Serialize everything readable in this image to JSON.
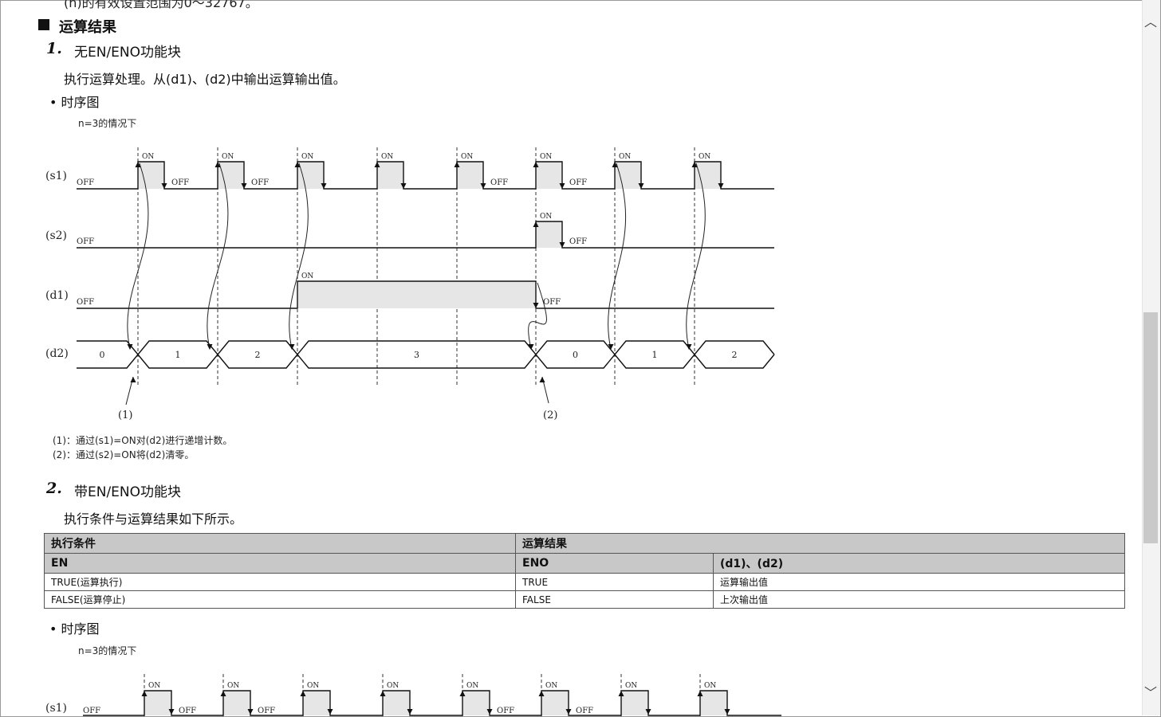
{
  "top_cut_text": "(n)的有效设置范围为0～32767。",
  "section": {
    "title": "运算结果"
  },
  "sub1": {
    "number": "1.",
    "title": "无EN/ENO功能块",
    "description": "执行运算处理。从(d1)、(d2)中输出运算输出值。",
    "bullet": "时序图",
    "case_note": "n=3的情况下"
  },
  "diagram1": {
    "signals": [
      "(s1)",
      "(s2)",
      "(d1)",
      "(d2)"
    ],
    "on_label": "ON",
    "off_label": "OFF",
    "d2_values": [
      "0",
      "1",
      "2",
      "3",
      "0",
      "1",
      "2"
    ],
    "callouts": [
      "(1)",
      "(2)"
    ],
    "notes": [
      "(1)：通过(s1)=ON对(d2)进行递增计数。",
      "(2)：通过(s2)=ON将(d2)清零。"
    ]
  },
  "sub2": {
    "number": "2.",
    "title": "带EN/ENO功能块",
    "description": "执行条件与运算结果如下所示。",
    "bullet": "时序图",
    "case_note": "n=3的情况下"
  },
  "table": {
    "header_left": "执行条件",
    "header_right": "运算结果",
    "col_en": "EN",
    "col_eno": "ENO",
    "col_d": "(d1)、(d2)",
    "rows": [
      {
        "en": "TRUE(运算执行)",
        "eno": "TRUE",
        "d": "运算输出值"
      },
      {
        "en": "FALSE(运算停止)",
        "eno": "FALSE",
        "d": "上次输出值"
      }
    ]
  },
  "diagram2": {
    "signal": "(s1)",
    "on_label": "ON",
    "off_label": "OFF"
  },
  "scrollbar": {
    "up_icon": "︿",
    "down_icon": "﹀"
  }
}
